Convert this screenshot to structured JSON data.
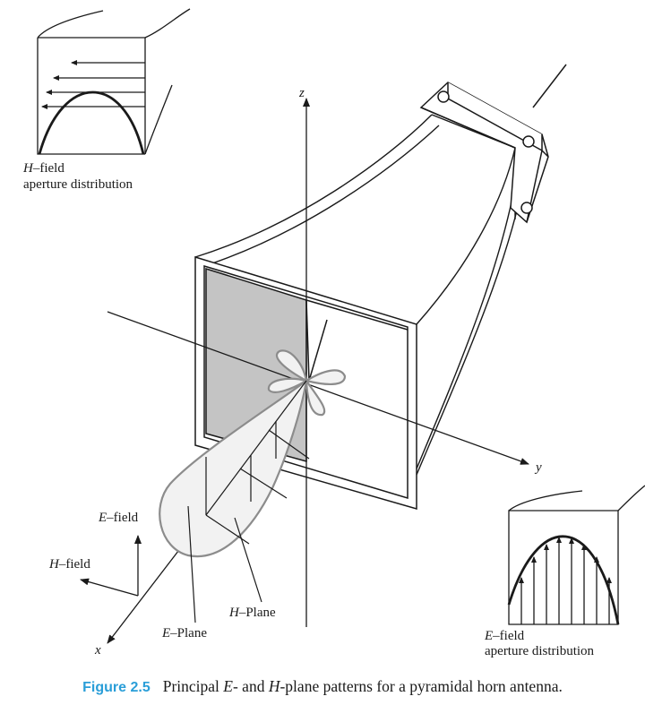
{
  "labels": {
    "z_axis": "z",
    "y_axis": "y",
    "x_axis": "x",
    "e_field_italic": "E",
    "e_field_rest": "–field",
    "h_field_italic": "H",
    "h_field_rest": "–field",
    "h_plane_italic": "H",
    "h_plane_rest": "–Plane",
    "e_plane_italic": "E",
    "e_plane_rest": "–Plane"
  },
  "insets": {
    "h_field": {
      "title_italic": "H",
      "title_rest": "–field",
      "subtitle": "aperture distribution"
    },
    "e_field": {
      "title_italic": "E",
      "title_rest": "–field",
      "subtitle": "aperture distribution"
    }
  },
  "caption": {
    "number": "Figure 2.5",
    "text_1": "Principal ",
    "e_italic": "E",
    "text_2": "- and ",
    "h_italic": "H",
    "text_3": "-plane patterns for a pyramidal horn antenna."
  },
  "colors": {
    "caption_number": "#2a9ed8",
    "shaded_face": "#c4c4c4",
    "lobe_fill": "#f2f2f2",
    "lobe_outline": "#8c8c8c",
    "line": "#1a1a1a"
  }
}
